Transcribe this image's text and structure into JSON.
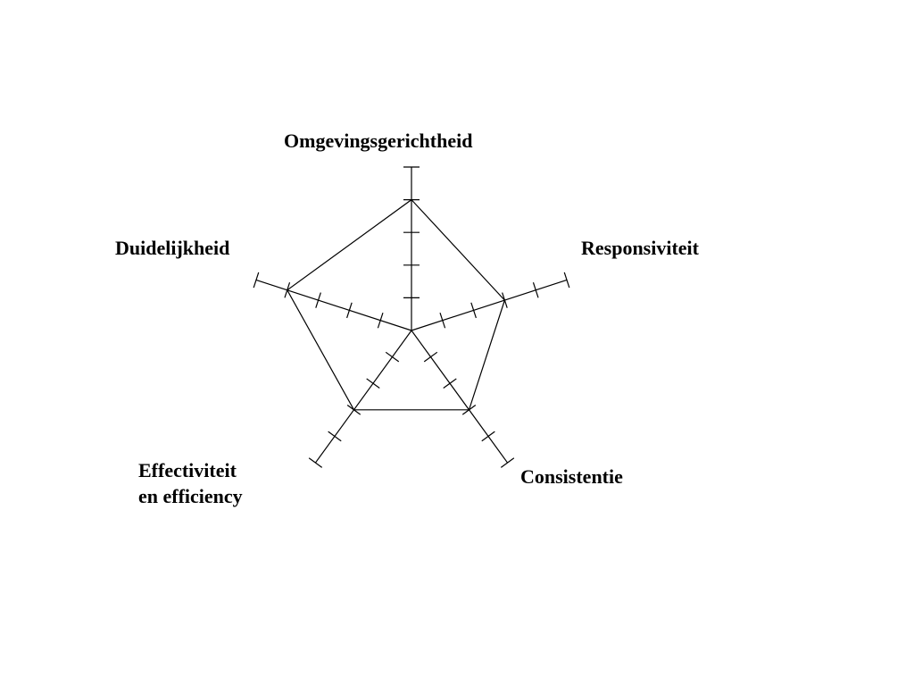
{
  "chart_data": {
    "type": "radar",
    "axes": [
      {
        "label_lines": [
          "Omgevingsgerichtheid"
        ],
        "value": 4
      },
      {
        "label_lines": [
          "Responsiviteit"
        ],
        "value": 3
      },
      {
        "label_lines": [
          "Consistentie"
        ],
        "value": 3
      },
      {
        "label_lines": [
          "Effectiviteit",
          "en efficiency"
        ],
        "value": 3
      },
      {
        "label_lines": [
          "Duidelijkheid"
        ],
        "value": 4
      }
    ],
    "scale_max": 5,
    "scale_min": 0,
    "ticks": [
      1,
      2,
      3,
      4,
      5
    ],
    "line_color": "#000000"
  }
}
